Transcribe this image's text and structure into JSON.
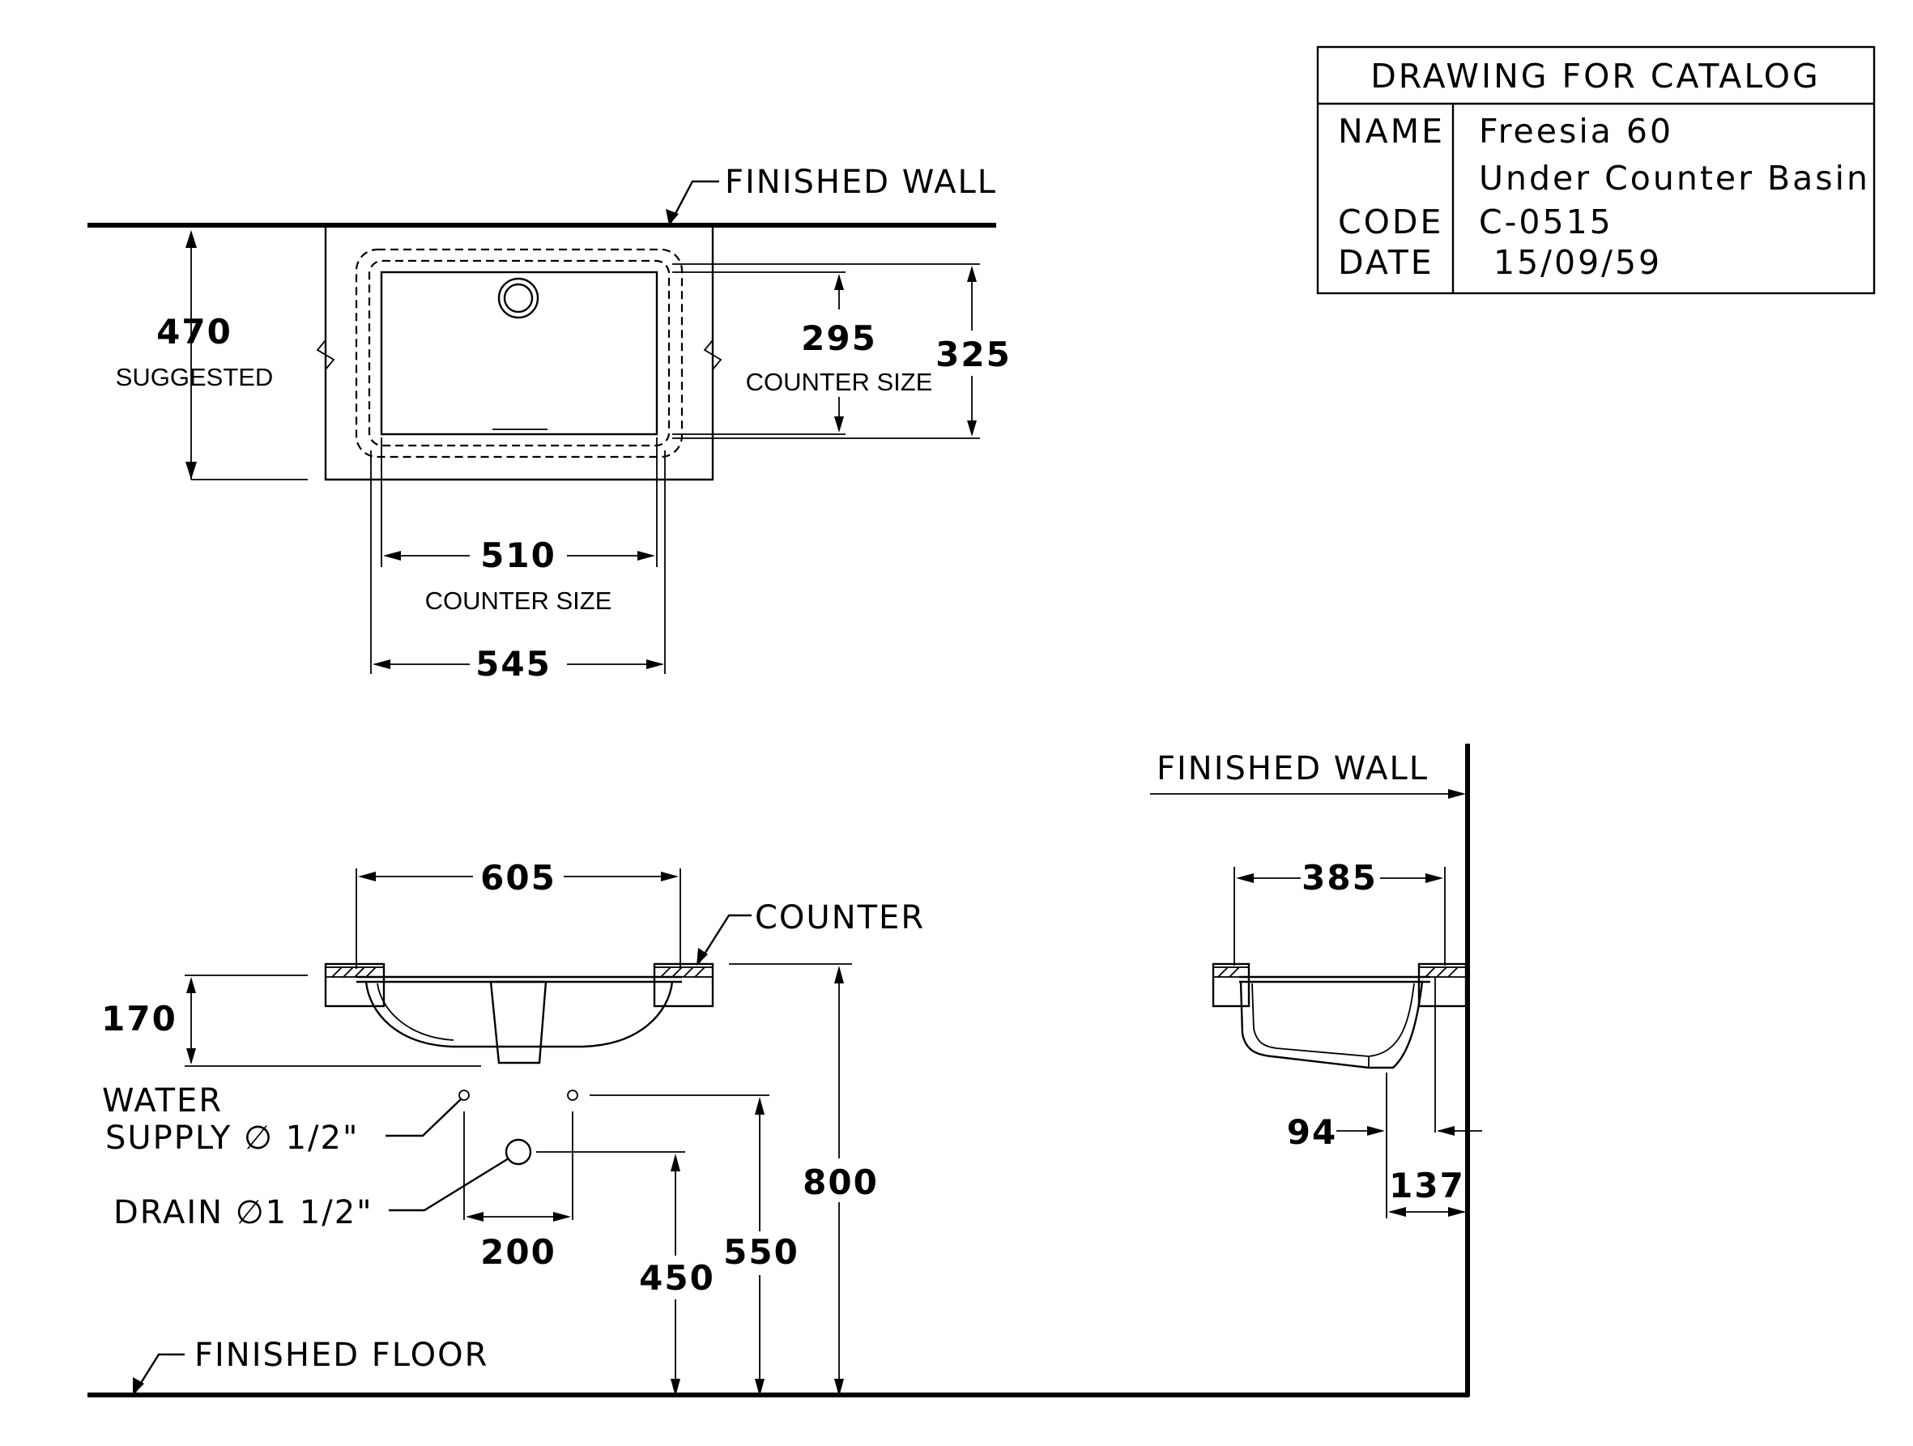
{
  "title_block": {
    "heading": "DRAWING FOR CATALOG",
    "name_label": "NAME",
    "name_line1": "Freesia 60",
    "name_line2": "Under Counter Basin",
    "code_label": "CODE",
    "code_value": "C-0515",
    "date_label": "DATE",
    "date_value": "15/09/59"
  },
  "top_view": {
    "finished_wall": "FINISHED WALL",
    "suggested_depth": "470",
    "suggested_label": "SUGGESTED",
    "counter_depth": "295",
    "counter_depth_label": "COUNTER SIZE",
    "basin_depth": "325",
    "counter_width": "510",
    "counter_width_label": "COUNTER SIZE",
    "basin_width": "545"
  },
  "front_view": {
    "overall_width": "605",
    "counter_label": "COUNTER",
    "basin_height": "170",
    "water_supply_line1": "WATER",
    "water_supply_line2": "SUPPLY ∅ 1/2\"",
    "drain_label": "DRAIN ∅1 1/2\"",
    "supply_spacing": "200",
    "drain_height": "450",
    "supply_height": "550",
    "counter_height": "800",
    "finished_floor": "FINISHED FLOOR"
  },
  "side_view": {
    "finished_wall": "FINISHED WALL",
    "depth": "385",
    "drain_offset": "94",
    "wall_offset": "137"
  }
}
